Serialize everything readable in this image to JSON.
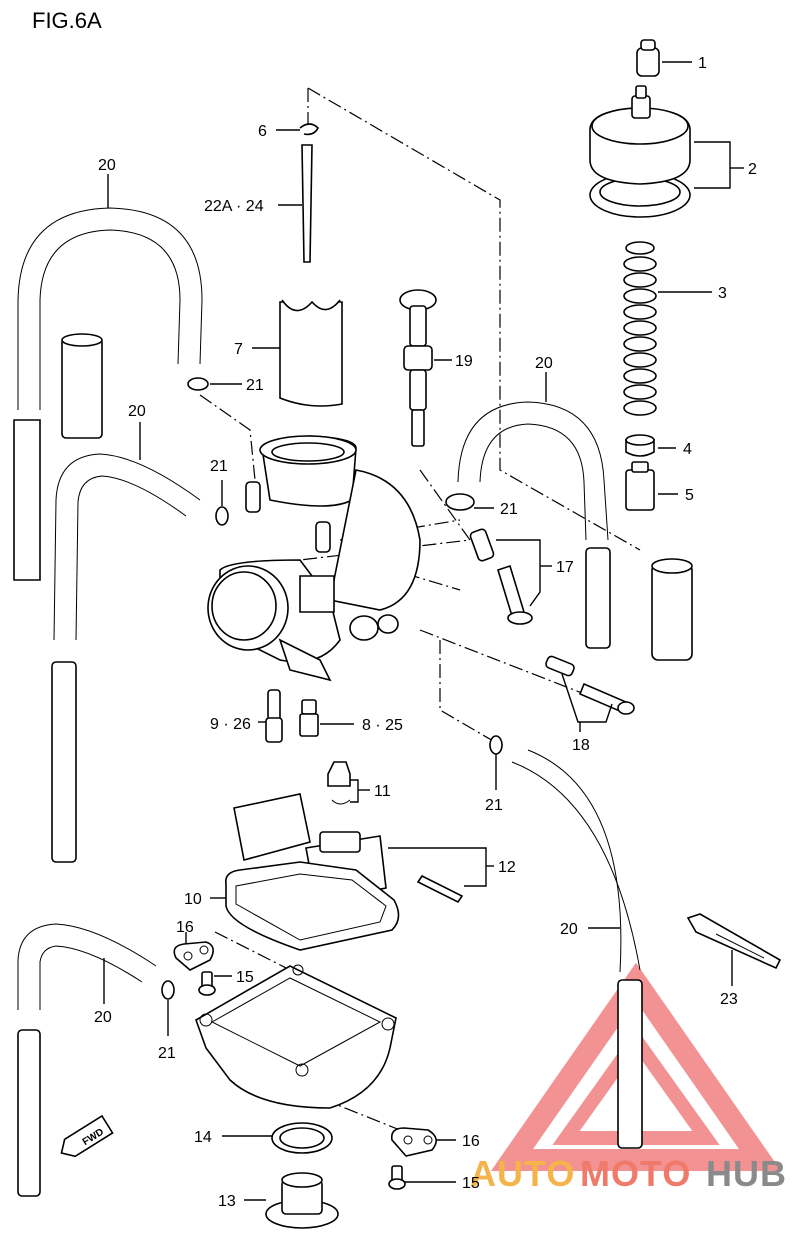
{
  "figure": {
    "title": "FIG.6A"
  },
  "callouts": {
    "c1": "1",
    "c2": "2",
    "c3": "3",
    "c4": "4",
    "c5": "5",
    "c6": "6",
    "c7": "7",
    "c8_25": "8 · 25",
    "c9_26": "9 · 26",
    "c10": "10",
    "c11": "11",
    "c12": "12",
    "c13": "13",
    "c14": "14",
    "c15a": "15",
    "c15b": "15",
    "c16a": "16",
    "c16b": "16",
    "c17": "17",
    "c18": "18",
    "c19": "19",
    "c20a": "20",
    "c20b": "20",
    "c20c": "20",
    "c20d": "20",
    "c20e": "20",
    "c21a": "21",
    "c21b": "21",
    "c21c": "21",
    "c21d": "21",
    "c21e": "21",
    "c22a_24": "22A · 24",
    "c23": "23"
  },
  "fwd_badge": "FWD",
  "watermark": {
    "brand_part1": "AUTO",
    "brand_part2": "MOTO",
    "brand_part3": "HUB",
    "color_orange": "#f5a623",
    "color_red": "#f07070",
    "color_gray": "#7f7f7f"
  }
}
